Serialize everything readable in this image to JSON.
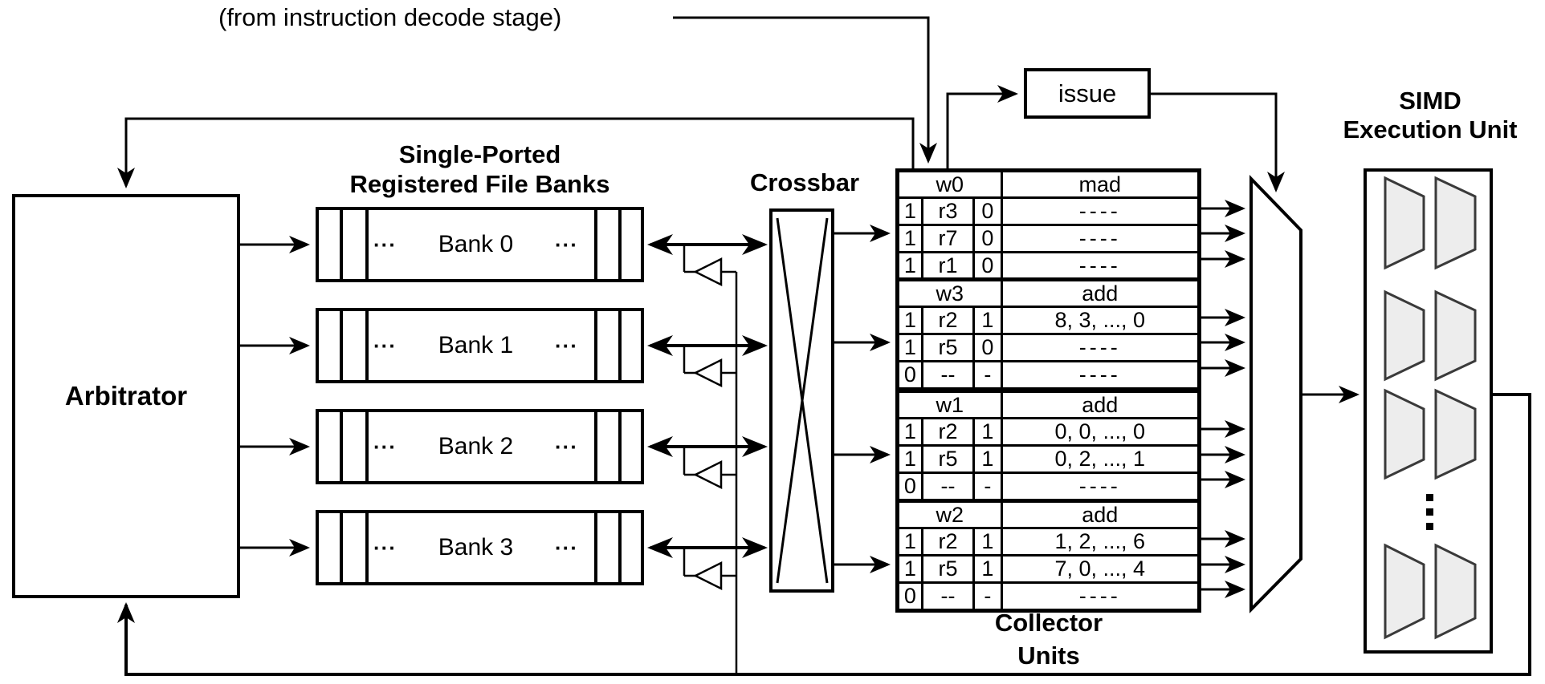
{
  "labels": {
    "decode": "(from instruction decode stage)",
    "issue": "issue",
    "arbitrator": "Arbitrator",
    "banks_title_line1": "Single-Ported",
    "banks_title_line2": "Registered File Banks",
    "crossbar": "Crossbar",
    "collector_line1": "Collector",
    "collector_line2": "Units",
    "simd_line1": "SIMD",
    "simd_line2": "Execution Unit",
    "bank_ellipsis": "···"
  },
  "banks": [
    {
      "name": "Bank 0"
    },
    {
      "name": "Bank 1"
    },
    {
      "name": "Bank 2"
    },
    {
      "name": "Bank 3"
    }
  ],
  "collector_units": [
    {
      "warp": "w0",
      "opcode": "mad",
      "rows": [
        [
          "1",
          "r3",
          "0",
          "----"
        ],
        [
          "1",
          "r7",
          "0",
          "----"
        ],
        [
          "1",
          "r1",
          "0",
          "----"
        ]
      ]
    },
    {
      "warp": "w3",
      "opcode": "add",
      "rows": [
        [
          "1",
          "r2",
          "1",
          "8, 3, ..., 0"
        ],
        [
          "1",
          "r5",
          "0",
          "----"
        ],
        [
          "0",
          "--",
          "-",
          "----"
        ]
      ]
    },
    {
      "warp": "w1",
      "opcode": "add",
      "rows": [
        [
          "1",
          "r2",
          "1",
          "0, 0, ..., 0"
        ],
        [
          "1",
          "r5",
          "1",
          "0, 2, ..., 1"
        ],
        [
          "0",
          "--",
          "-",
          "----"
        ]
      ]
    },
    {
      "warp": "w2",
      "opcode": "add",
      "rows": [
        [
          "1",
          "r2",
          "1",
          "1, 2, ..., 6"
        ],
        [
          "1",
          "r5",
          "1",
          "7, 0, ..., 4"
        ],
        [
          "0",
          "--",
          "-",
          "----"
        ]
      ]
    }
  ],
  "colors": {
    "line": "#000000",
    "background": "#ffffff",
    "alu_fill": "#ededed",
    "alu_stroke": "#3a3a3a"
  }
}
